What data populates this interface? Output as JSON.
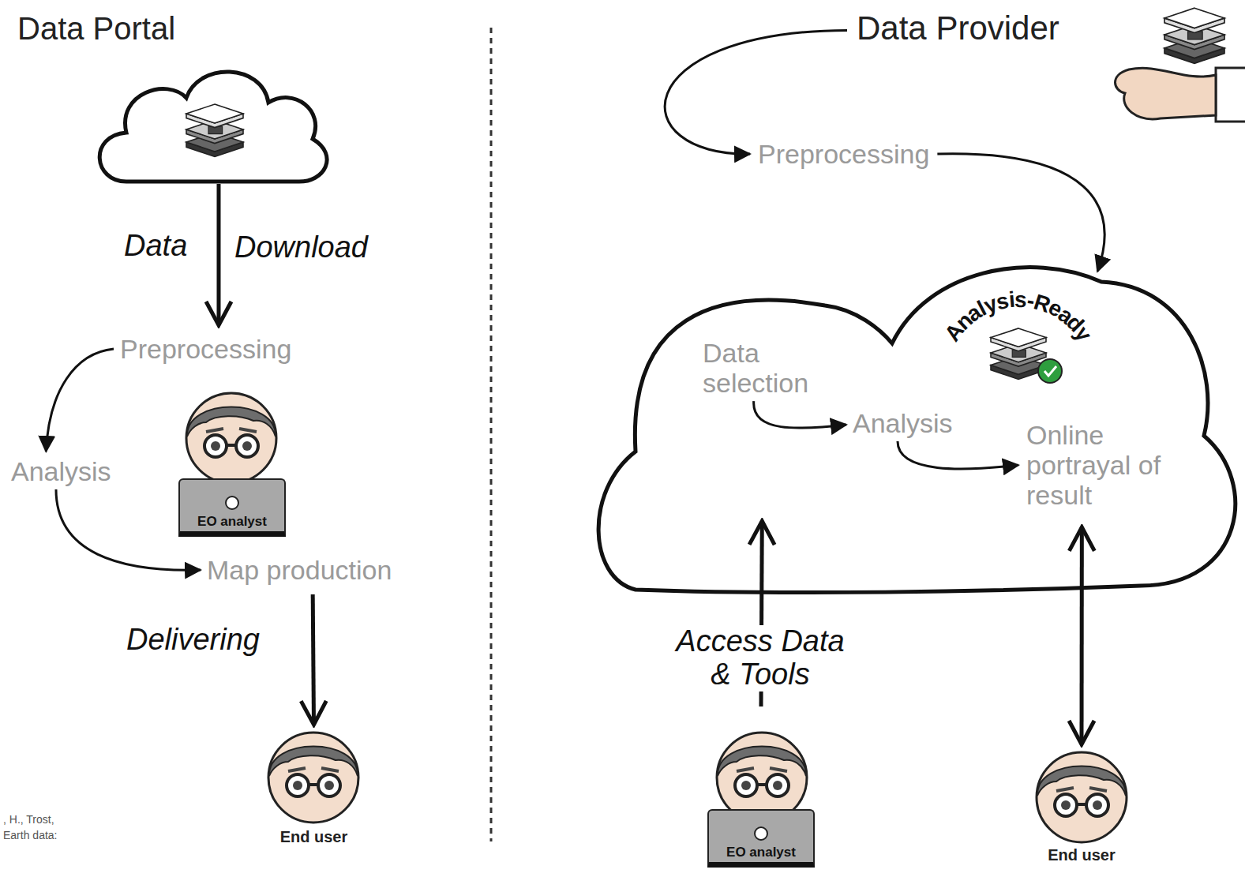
{
  "diagram": {
    "nodes": [
      {
        "text": [
          "Data Provider"
        ]
      },
      {
        "text": [
          "Preprocessing"
        ]
      },
      {
        "text": [
          "Analysis"
        ]
      },
      {
        "text": [
          "EO analyst"
        ]
      },
      {
        "text": [
          "Map production"
        ]
      },
      {
        "text": [
          "End user"
        ]
      },
      {
        "text": [
          "Preprocessing"
        ]
      },
      {
        "text": [
          "Analysis-Ready"
        ]
      },
      {
        "text": [
          "Data selection"
        ],
        "in": 7
      },
      {
        "text": [
          "Analysis"
        ],
        "in": 7
      },
      {
        "text": [
          "Online portrayal of result"
        ],
        "in": 7
      },
      {
        "text": [
          "EO analyst"
        ]
      },
      {
        "text": [
          "End user"
        ]
      }
    ],
    "edges": [
      {
        "from": 1,
        "to": 2,
        "arrow": "to"
      },
      {
        "from": 2,
        "to": 4,
        "arrow": "to"
      },
      {
        "from": 4,
        "to": 5,
        "label": "Delivering",
        "arrow": "to"
      },
      {
        "from": 0,
        "to": 6,
        "arrow": "to"
      },
      {
        "from": 6,
        "to": 7,
        "arrow": "to"
      },
      {
        "from": 8,
        "to": 9,
        "arrow": "to"
      },
      {
        "from": 9,
        "to": 10,
        "arrow": "to"
      },
      {
        "from": 11,
        "to": 7,
        "label": "Access Data & Tools",
        "arrow": "to"
      },
      {
        "from": 12,
        "to": 7,
        "arrow": "both"
      }
    ],
    "labels": [
      "Data Portal",
      "Data",
      "Download",
      ", H., Trost,",
      "Earth data:"
    ]
  }
}
